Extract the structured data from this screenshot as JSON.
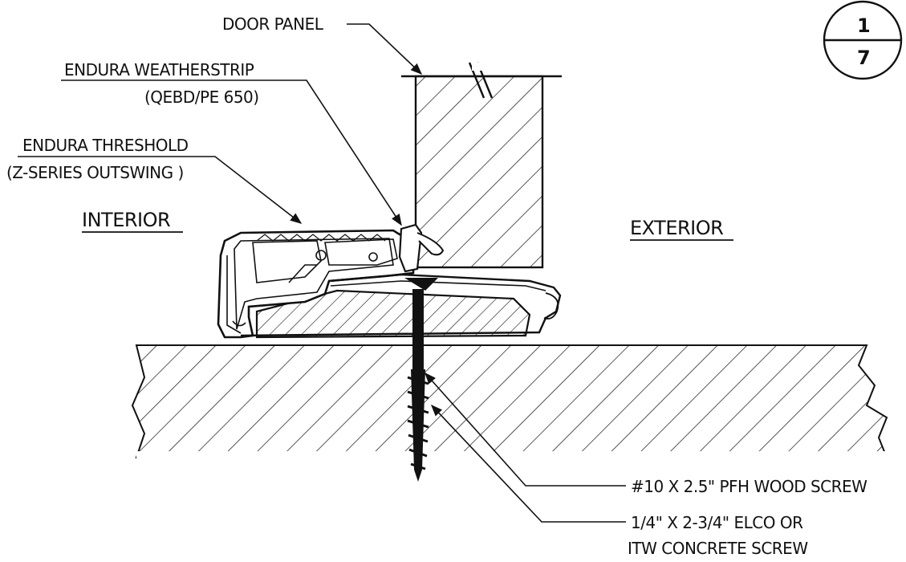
{
  "detail_tag": {
    "top": "1",
    "bottom": "7"
  },
  "labels": {
    "door_panel": "DOOR PANEL",
    "weatherstrip_line1": "ENDURA WEATHERSTRIP",
    "weatherstrip_line2": "(QEBD/PE 650)",
    "threshold_line1": "ENDURA THRESHOLD",
    "threshold_line2": "(Z-SERIES OUTSWING )",
    "interior": "INTERIOR",
    "exterior": "EXTERIOR",
    "wood_screw": "#10 X 2.5\" PFH WOOD SCREW",
    "concrete_screw_line1": "1/4\" X 2-3/4\" ELCO OR",
    "concrete_screw_line2": "ITW CONCRETE SCREW"
  }
}
